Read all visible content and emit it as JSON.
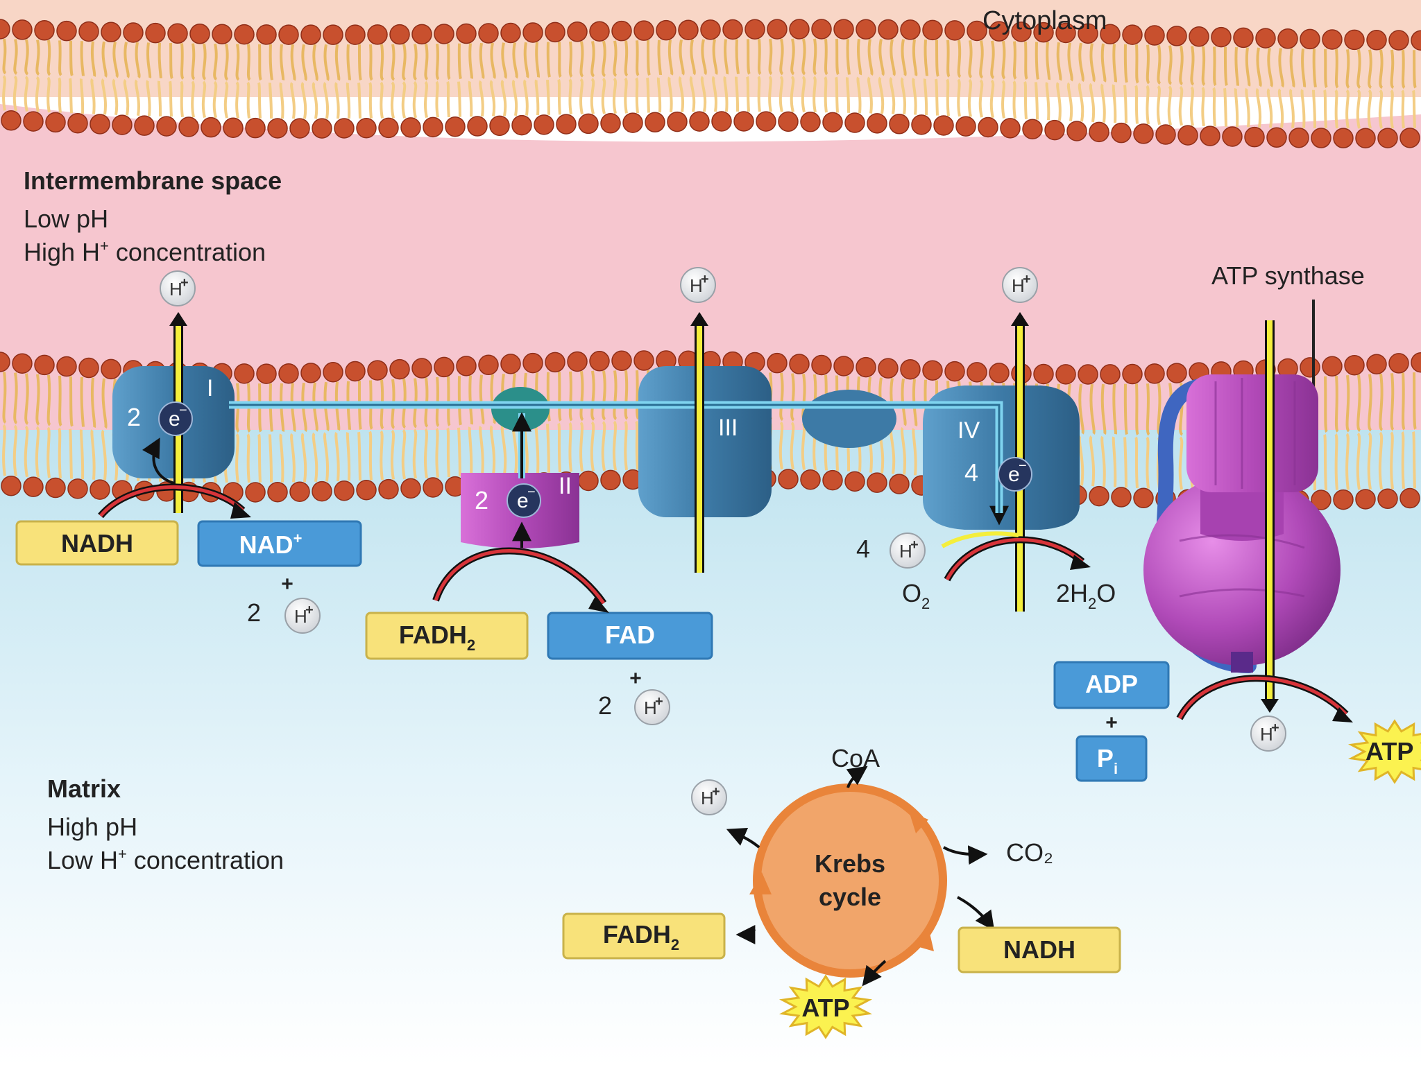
{
  "regions": {
    "cytoplasm": "Cytoplasm",
    "intermembrane_title": "Intermembrane space",
    "intermembrane_line1": "Low pH",
    "intermembrane_line2_pre": "High H",
    "intermembrane_line2_post": " concentration",
    "matrix_title": "Matrix",
    "matrix_line1": "High pH",
    "matrix_line2_pre": "Low H",
    "matrix_line2_post": " concentration"
  },
  "proton": {
    "symbol": "H",
    "charge": "+"
  },
  "electron": {
    "symbol": "e",
    "charge": "−"
  },
  "complexes": {
    "c1": "I",
    "c2": "II",
    "c3": "III",
    "c4": "IV"
  },
  "counts": {
    "two": "2",
    "four": "4"
  },
  "molecules": {
    "nadh": "NADH",
    "nad": "NAD",
    "nad_charge": "+",
    "fadh": "FADH",
    "sub2": "2",
    "fad": "FAD",
    "o": "O",
    "h2o_prefix": "2H",
    "adp": "ADP",
    "p": "P",
    "p_sub": "i",
    "atp": "ATP",
    "coa": "CoA",
    "co2": "CO₂",
    "plus": "+"
  },
  "atp_synthase": "ATP synthase",
  "krebs": {
    "line1": "Krebs",
    "line2": "cycle"
  },
  "colors": {
    "cytoplasm_bg": "#f8d6c6",
    "intermembrane_bg": "#f6c6cf",
    "matrix_top": "#bfe3ef",
    "lipid_head": "#c8502e",
    "lipid_tail": "#f0c878",
    "complex_blue": "#3f7fa8",
    "complex_magenta": "#b04ab8",
    "box_yellow": "#f8e27a",
    "box_blue": "#4a9ad8",
    "krebs_orange": "#f1a56a",
    "krebs_ring": "#e9843a",
    "atp_star": "#fbf250",
    "flow_line": "#f4ee3c"
  }
}
